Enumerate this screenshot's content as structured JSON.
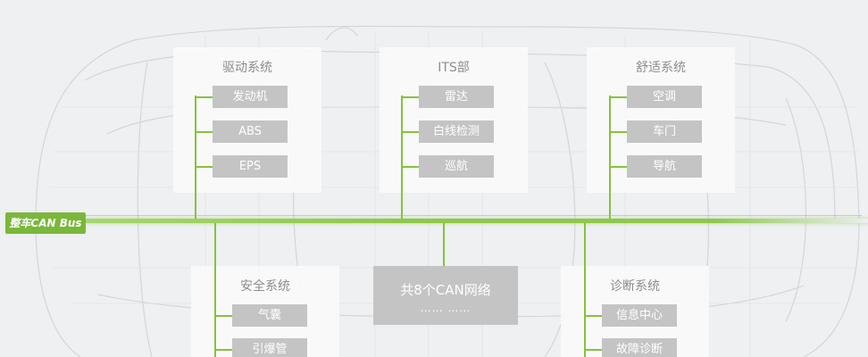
{
  "bus": {
    "label": "整车CAN Bus"
  },
  "top_panels": [
    {
      "title": "驱动系统",
      "items": [
        "发动机",
        "ABS",
        "EPS"
      ]
    },
    {
      "title": "ITS部",
      "items": [
        "雷达",
        "白线检测",
        "巡航"
      ]
    },
    {
      "title": "舒适系统",
      "items": [
        "空调",
        "车门",
        "导航"
      ]
    }
  ],
  "bottom_panels": [
    {
      "title": "安全系统",
      "items": [
        "气囊",
        "引爆管"
      ]
    },
    {
      "title": "诊断系统",
      "items": [
        "信息中心",
        "故障诊断"
      ]
    }
  ],
  "more_networks": {
    "title": "共8个CAN网络",
    "dots": "……  ……"
  },
  "colors": {
    "bus_green": "#86c23c",
    "label_green": "#7ab73a",
    "chip_gray": "#c4c4c4",
    "background": "#eef0f2"
  }
}
